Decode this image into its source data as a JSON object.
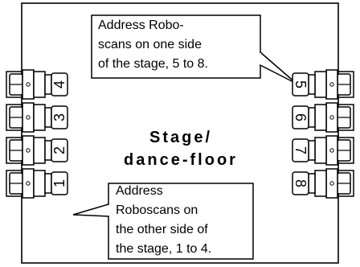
{
  "stage_label_line1": "Stage/",
  "stage_label_line2": "dance-floor",
  "callouts": [
    {
      "text": "Address Robo-\nscans on one side\nof the stage, 5 to 8."
    },
    {
      "text": "Address\nRoboscans on\nthe other side of\nthe stage, 1 to 4."
    }
  ],
  "left_units": [
    {
      "number": "4"
    },
    {
      "number": "3"
    },
    {
      "number": "2"
    },
    {
      "number": "1"
    }
  ],
  "right_units": [
    {
      "number": "5"
    },
    {
      "number": "6"
    },
    {
      "number": "7"
    },
    {
      "number": "8"
    }
  ]
}
